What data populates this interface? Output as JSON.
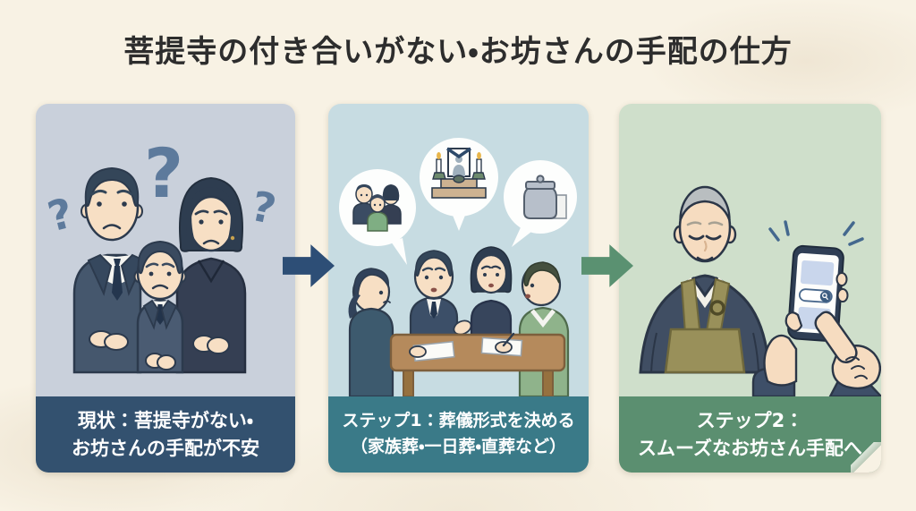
{
  "page": {
    "title": "菩提寺の付き合いがない・お坊さんの手配の仕方"
  },
  "colors": {
    "page_background": "#f8f2e4",
    "title_text": "#2d2d2d",
    "caption_text": "#ffffff",
    "panel1_scene_bg": "#c9d0db",
    "panel1_caption_bg": "#33516f",
    "panel2_scene_bg": "#c7dce2",
    "panel2_caption_bg": "#3a7a88",
    "panel3_scene_bg": "#cfdfcb",
    "panel3_caption_bg": "#5b8f70",
    "arrow1": "#2d4e76",
    "arrow2": "#5a9171"
  },
  "panels": [
    {
      "id": "current-state",
      "caption_line1": "現状：菩提寺がない・",
      "caption_line2": "お坊さんの手配が不安",
      "scene": "喪服姿の家族3人が疑問符を浮かべて不安そうに立っている"
    },
    {
      "id": "step-1",
      "caption_line1": "ステップ1：葬儀形式を決める",
      "caption_line2": "（家族葬・一日葬・直葬など）",
      "scene": "家族4人がテーブルで相談し、家族葬・祭壇・骨壷の吹き出しが浮かぶ"
    },
    {
      "id": "step-2",
      "caption_line1": "ステップ2：",
      "caption_line2": "スムーズなお坊さん手配へ",
      "scene": "僧侶と、スマートフォンで検索する手元"
    }
  ],
  "icons": {
    "question_mark": "?"
  }
}
